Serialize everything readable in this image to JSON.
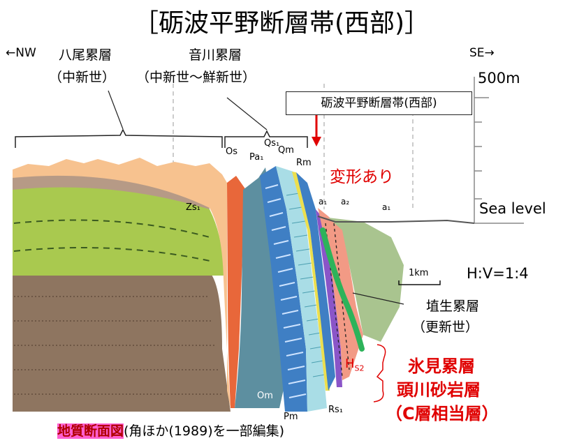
{
  "title": "［砺波平野断層帯(西部)］",
  "orientation": {
    "nw": "←NW",
    "se": "SE→"
  },
  "formations": {
    "yatsuo": {
      "name": "八尾累層",
      "age": "（中新世）"
    },
    "otogawa": {
      "name": "音川累層",
      "age": "（中新世～鮮新世）"
    },
    "hanyu": {
      "name": "埴生累層",
      "age": "（更新世）"
    },
    "himi": {
      "line1": "氷見累層",
      "line2": "頭川砂岩層",
      "line3": "（C層相当層）"
    }
  },
  "fault_label": "砺波平野断層帯(西部)",
  "deformation_label": "変形あり",
  "scale": {
    "depth": "500m",
    "sea_level": "Sea level",
    "bar": "1km",
    "ratio": "H:V=1:4"
  },
  "unit_labels": {
    "os": "Os",
    "pa1": "Pa₁",
    "qs1": "Qs₁",
    "qm": "Qm",
    "rm": "Rm",
    "zs1": "Zs₁",
    "a1": "a₁",
    "a2": "a₂",
    "a1b": "a₁",
    "om": "Om",
    "pm": "Pm",
    "rs1": "Rs₁",
    "hs2": "H",
    "hs2sub": "S2"
  },
  "caption": {
    "highlight": "地質断面図",
    "rest": "(角ほか(1989)を一部編集)"
  },
  "colors": {
    "orange": "#f7c28f",
    "green": "#a9c94f",
    "brown": "#8e7560",
    "blue": "#3f7fc4",
    "red_orange": "#e8673a",
    "fault_green": "#2db35a",
    "purple": "#8a55c8",
    "yellow": "#ecdf4e"
  }
}
